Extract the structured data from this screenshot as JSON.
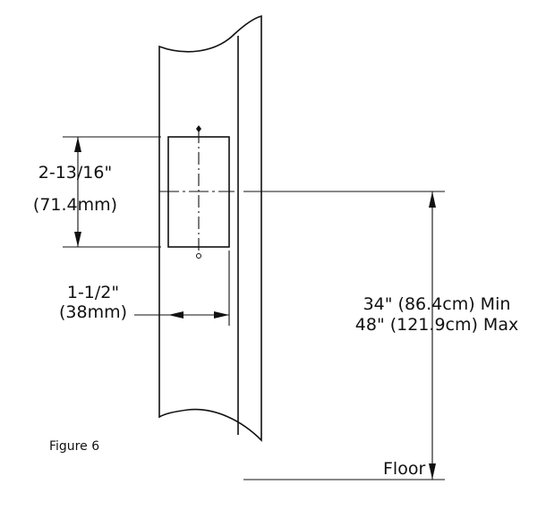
{
  "figure": {
    "caption": "Figure 6",
    "labels": {
      "height_in": "2-13/16\"",
      "height_mm": "(71.4mm)",
      "width_in": "1-1/2\"",
      "width_mm": "(38mm)",
      "mount_min": "34\" (86.4cm) Min",
      "mount_max": "48\" (121.9cm) Max",
      "floor": "Floor"
    }
  }
}
